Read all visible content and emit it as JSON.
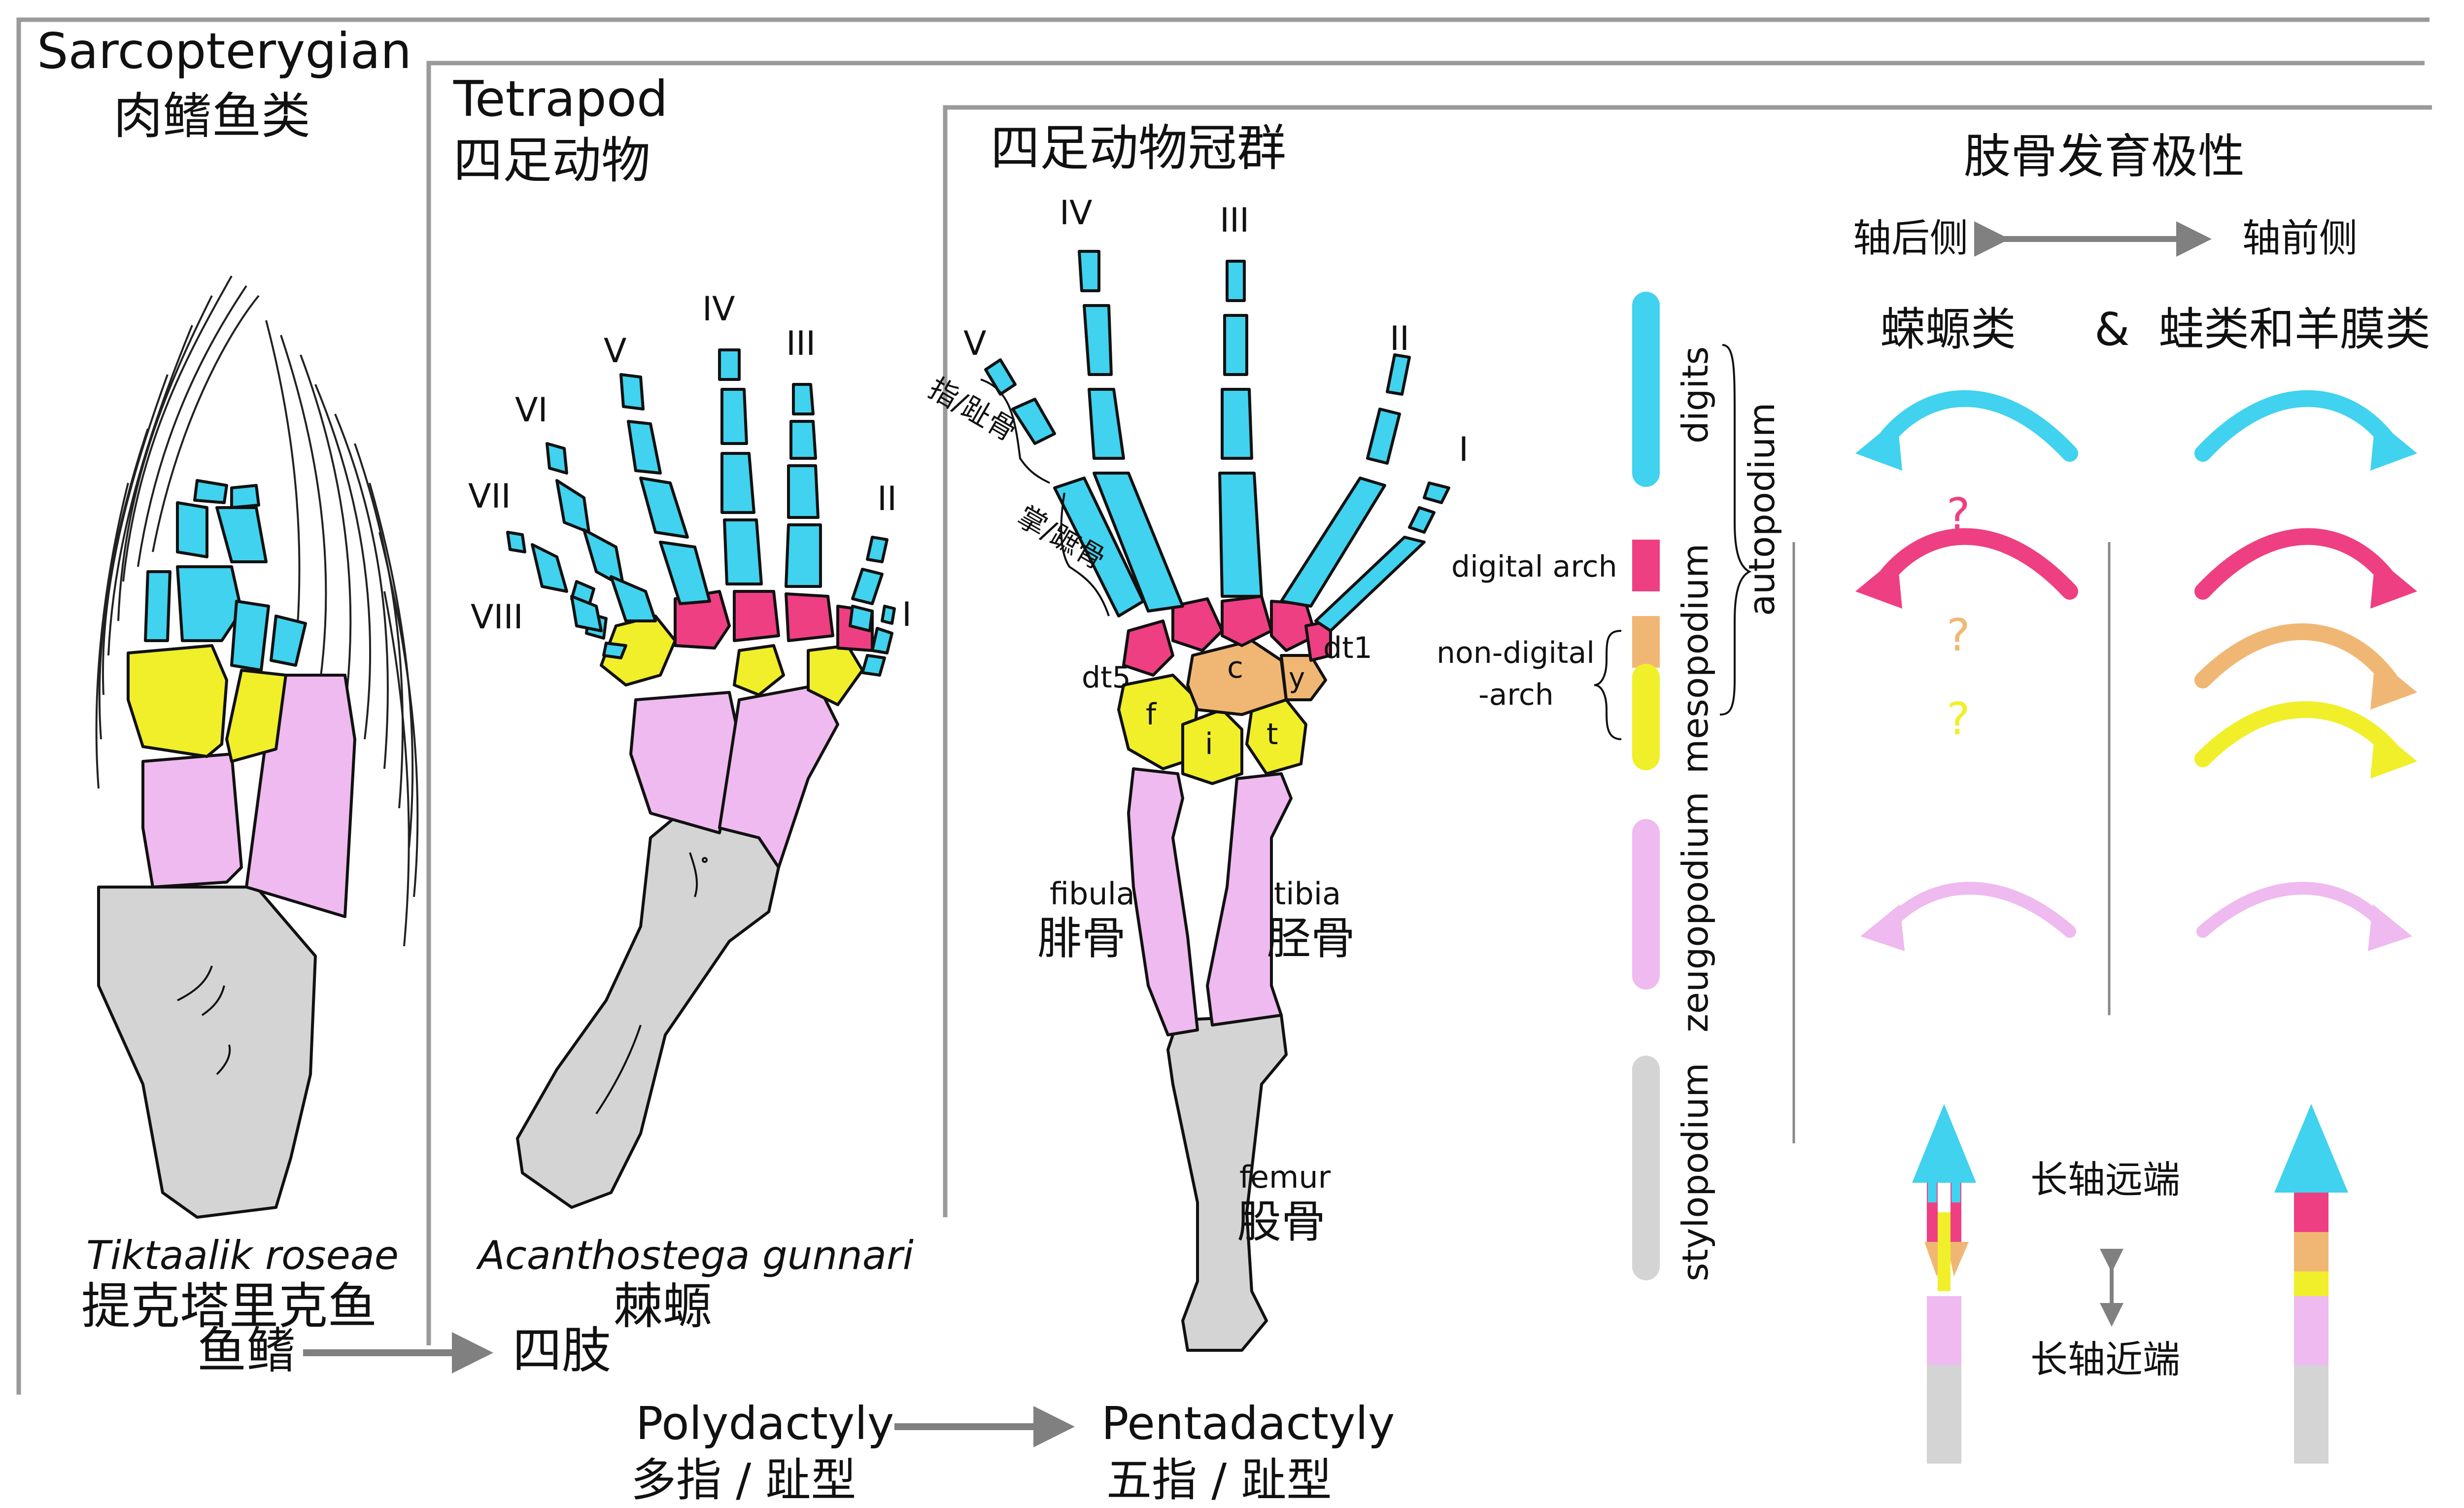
{
  "panels": {
    "sarcopterygian": {
      "title_en": "Sarcopterygian",
      "title_cn": "肉鳍鱼类"
    },
    "tetrapod": {
      "title_en": "Tetrapod",
      "title_cn": "四足动物"
    },
    "crown": {
      "title_cn": "四足动物冠群"
    }
  },
  "species": {
    "tiktaalik": {
      "latin": "Tiktaalik roseae",
      "cn": "提克塔里克鱼"
    },
    "acanthostega": {
      "latin": "Acanthostega gunnari",
      "cn": "棘螈"
    }
  },
  "transitions": {
    "fin_to_limb": {
      "from": "鱼鳍",
      "to": "四肢"
    },
    "digits": {
      "from_en": "Polydactyly",
      "from_cn": "多指 / 趾型",
      "to_en": "Pentadactyly",
      "to_cn": "五指 / 趾型"
    }
  },
  "acanthostega_digits": [
    "VIII",
    "VII",
    "VI",
    "V",
    "IV",
    "III",
    "II",
    "I"
  ],
  "crown_digits": [
    "V",
    "IV",
    "III",
    "II",
    "I"
  ],
  "crown_labels": {
    "phalanges": "指/趾骨",
    "metapodials": "掌/蹠骨",
    "dt5": "dt5",
    "dt1": "dt1",
    "c": "c",
    "y": "y",
    "f": "f",
    "i": "i",
    "t": "t",
    "fibula_en": "fibula",
    "fibula_cn": "腓骨",
    "tibia_en": "tibia",
    "tibia_cn": "胫骨",
    "femur_en": "femur",
    "femur_cn": "股骨"
  },
  "segments": {
    "digits": "digits",
    "digital_arch": "digital arch",
    "non_digital_arch": "non-digital -arch",
    "non_digital_arch_line1": "non-digital",
    "non_digital_arch_line2": "-arch",
    "mesopodium": "mesopodium",
    "autopodium": "autopodium",
    "zeugopodium": "zeugopodium",
    "stylopodium": "stylopodium"
  },
  "polarity": {
    "title": "肢骨发育极性",
    "postaxial": "轴后侧",
    "preaxial": "轴前侧",
    "salamanders": "蝾螈类",
    "ampersand": "&",
    "frogs_amniotes": "蛙类和羊膜类",
    "question_mark": "?",
    "distal": "长轴远端",
    "proximal": "长轴近端"
  },
  "colors": {
    "digits": "#40d2ee",
    "digital_arch": "#ee3f82",
    "non_digital_arch_a": "#f0b774",
    "non_digital_arch_b": "#f0ef2a",
    "zeugopodium": "#eebaef",
    "stylopodium": "#d4d4d4",
    "frame": "#9a9a9a",
    "arrow_gray": "#808080"
  }
}
